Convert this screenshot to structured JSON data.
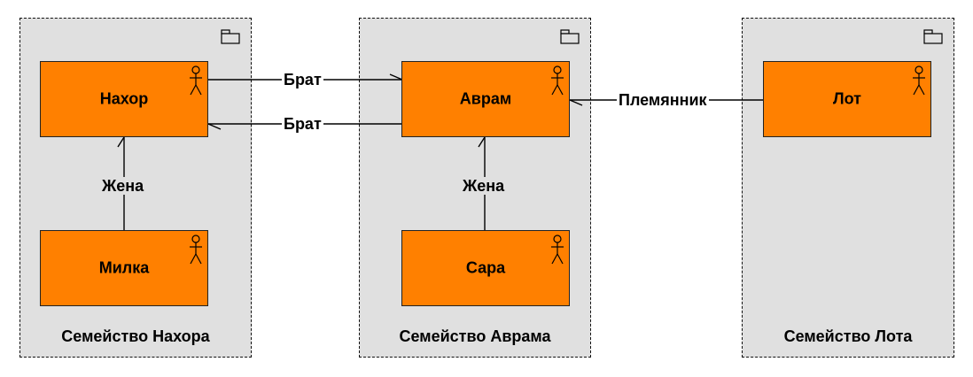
{
  "packages": {
    "nahor": {
      "label": "Семейство Нахора",
      "icon": "package-icon"
    },
    "avram": {
      "label": "Семейство Аврама",
      "icon": "package-icon"
    },
    "lot": {
      "label": "Семейство Лота",
      "icon": "package-icon"
    }
  },
  "actors": {
    "nahor": {
      "name": "Нахор",
      "icon": "actor-icon"
    },
    "milka": {
      "name": "Милка",
      "icon": "actor-icon"
    },
    "avram": {
      "name": "Аврам",
      "icon": "actor-icon"
    },
    "sara": {
      "name": "Сара",
      "icon": "actor-icon"
    },
    "lot": {
      "name": "Лот",
      "icon": "actor-icon"
    }
  },
  "relations": {
    "brat_top": "Брат",
    "brat_bottom": "Брат",
    "zhena_nahor": "Жена",
    "zhena_avram": "Жена",
    "plemyannik": "Племянник"
  },
  "colors": {
    "actor_fill": "#ff8000",
    "package_fill": "#e0e0e0"
  }
}
